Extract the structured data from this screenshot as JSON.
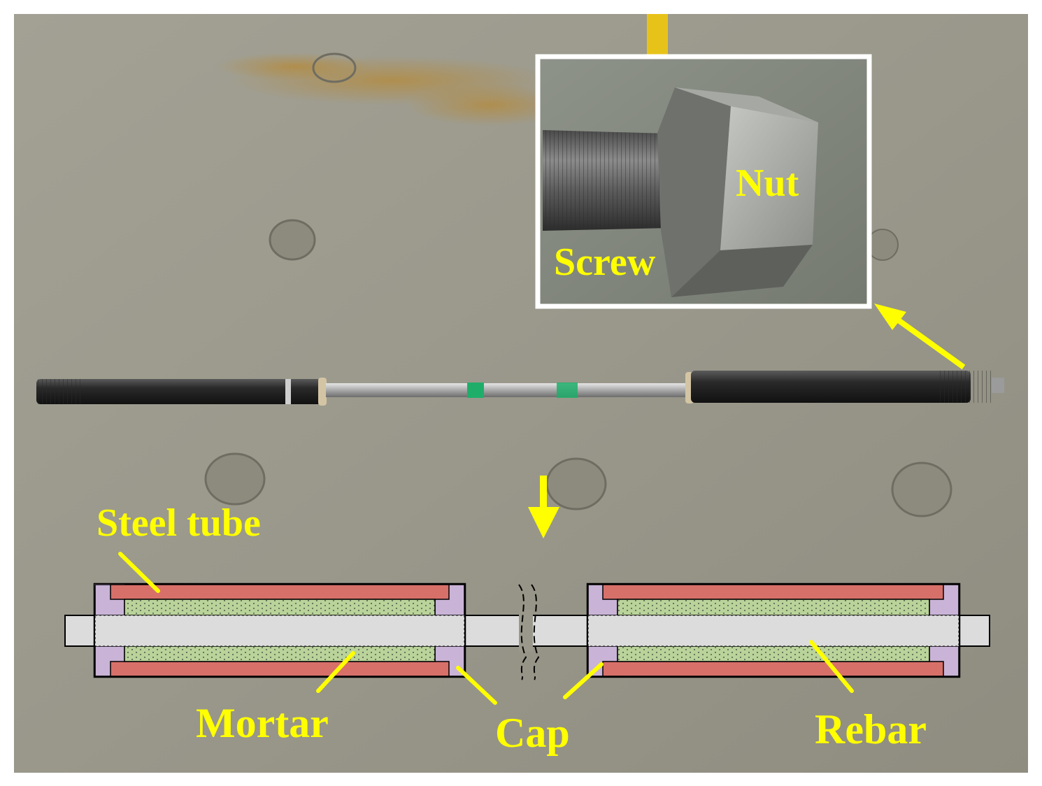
{
  "labels": {
    "nut": "Nut",
    "screw": "Screw",
    "steel_tube": "Steel tube",
    "mortar": "Mortar",
    "cap": "Cap",
    "rebar": "Rebar"
  },
  "colors": {
    "label": "#ffff00",
    "floor": "#9c9a8d",
    "tube": "#d8706a",
    "mortar": "#b9d39a",
    "cap": "#c9b3d6",
    "rebar": "#dcdcdc",
    "outline": "#000000"
  }
}
